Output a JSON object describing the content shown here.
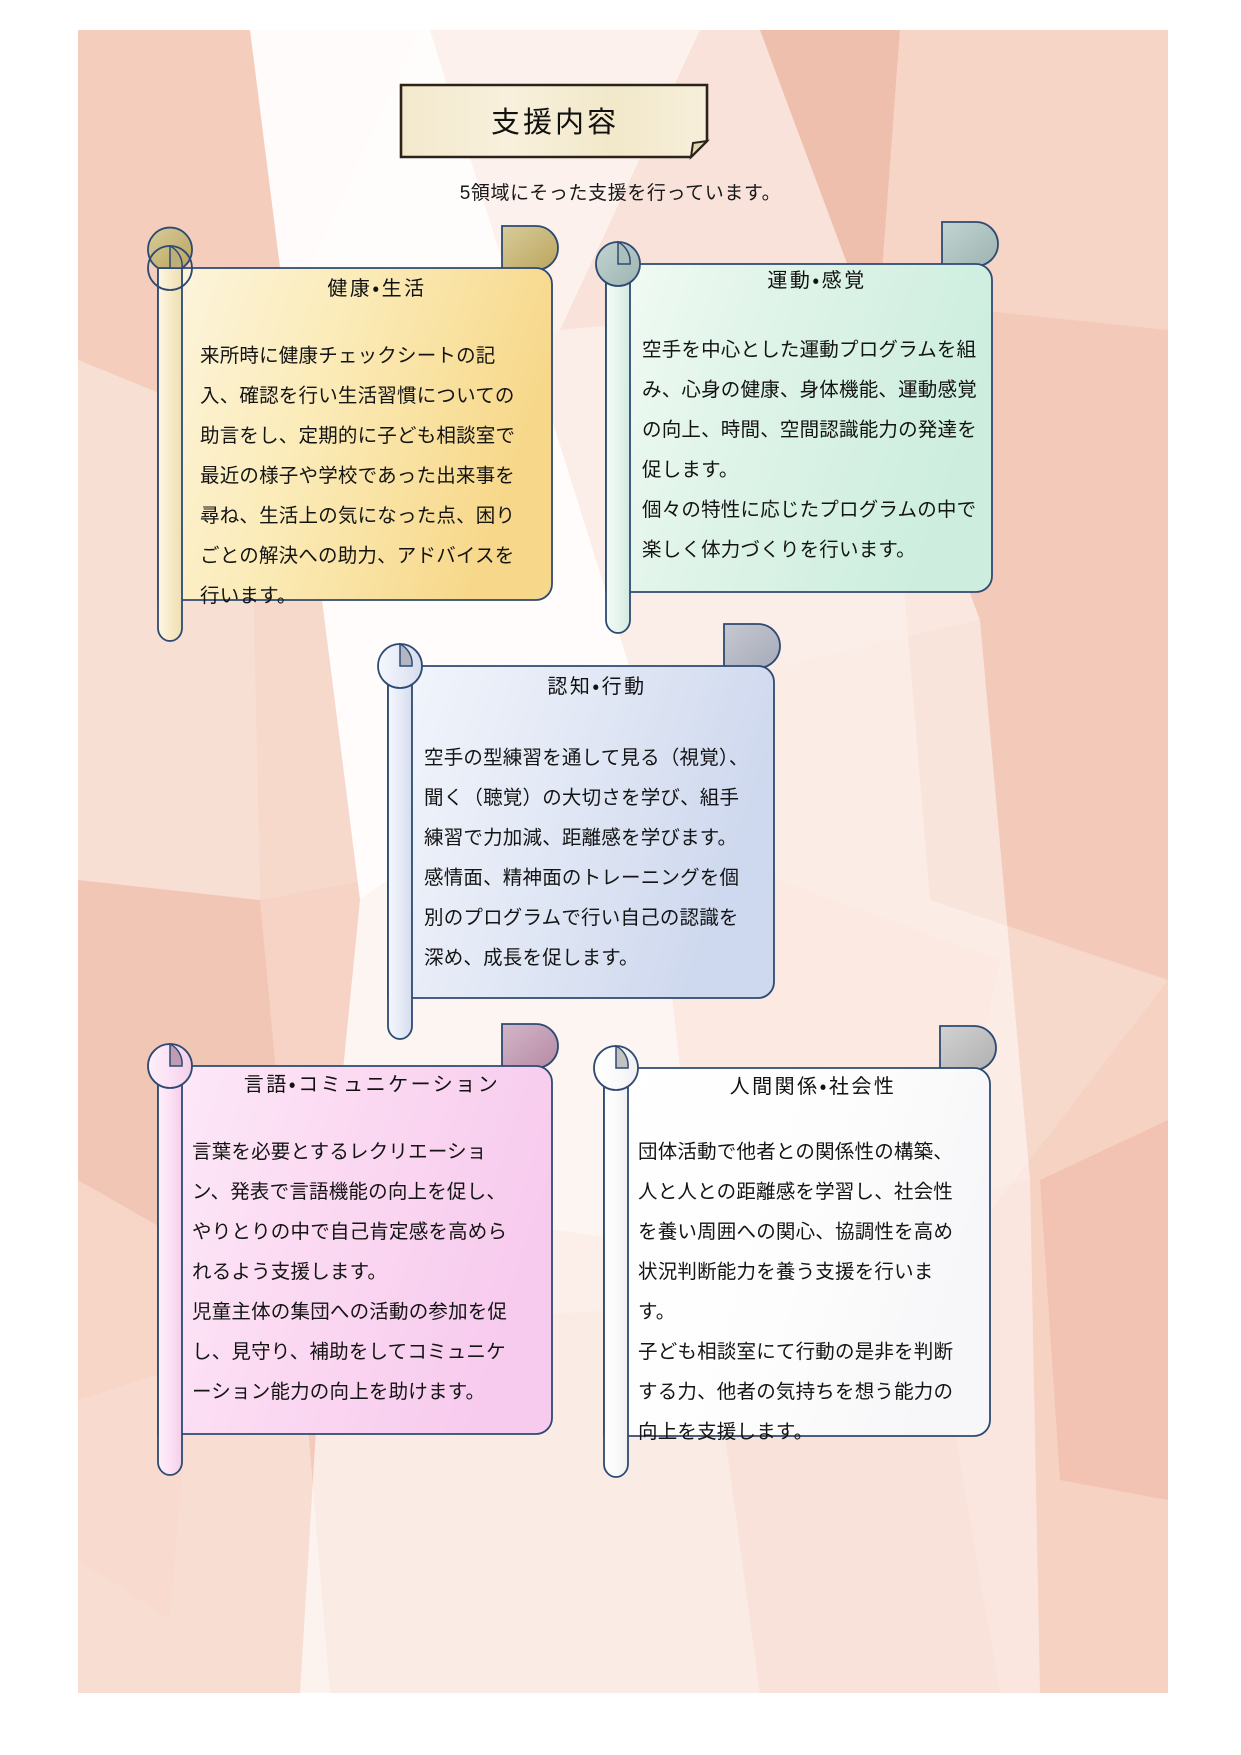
{
  "page": {
    "title": "支援内容",
    "subtitle": "5領域にそった支援を行っています。"
  },
  "colors": {
    "background_pink_light": "#f7d9cc",
    "background_pink_mid": "#f2c3b2",
    "background_white": "#ffffff",
    "banner_fill": "#f5ecd2",
    "banner_border": "#2b2218",
    "card_border": "#2e4a72",
    "card_health_fill": "#fbe7a8",
    "card_motor_fill": "#ddf3e4",
    "card_cognition_fill": "#dde4f2",
    "card_language_fill": "#fbd8f1",
    "card_social_fill": "#ffffff",
    "roll_health": "#c4b173",
    "roll_motor": "#a9c4bd",
    "roll_cognition": "#b4b8c4",
    "roll_language": "#c2a2b8",
    "roll_social": "#c4c4c4",
    "text": "#141414"
  },
  "cards": [
    {
      "id": "health",
      "title": "健康・生活",
      "body": "来所時に健康チェックシートの記入、確認を行い生活習慣についての助言をし、定期的に子ども相談室で最近の様子や学校であった出来事を尋ね、生活上の気になった点、困りごとの解決への助力、アドバイスを行います。"
    },
    {
      "id": "motor",
      "title": "運動・感覚",
      "body": "空手を中心とした運動プログラムを組み、心身の健康、身体機能、運動感覚の向上、時間、空間認識能力の発達を促します。\n個々の特性に応じたプログラムの中で楽しく体力づくりを行います。"
    },
    {
      "id": "cognition",
      "title": "認知・行動",
      "body": "空手の型練習を通して見る（視覚）、聞く（聴覚）の大切さを学び、組手練習で力加減、距離感を学びます。\n感情面、精神面のトレーニングを個別のプログラムで行い自己の認識を深め、成長を促します。"
    },
    {
      "id": "language",
      "title": "言語・コミュニケーション",
      "body": "言葉を必要とするレクリエーション、発表で言語機能の向上を促し、やりとりの中で自己肯定感を高められるよう支援します。\n児童主体の集団への活動の参加を促し、見守り、補助をしてコミュニケーション能力の向上を助けます。"
    },
    {
      "id": "social",
      "title": "人間関係・社会性",
      "body": "団体活動で他者との関係性の構築、人と人との距離感を学習し、社会性を養い周囲への関心、協調性を高め状況判断能力を養う支援を行います。\n子ども相談室にて行動の是非を判断する力、他者の気持ちを想う能力の向上を支援します。"
    }
  ]
}
